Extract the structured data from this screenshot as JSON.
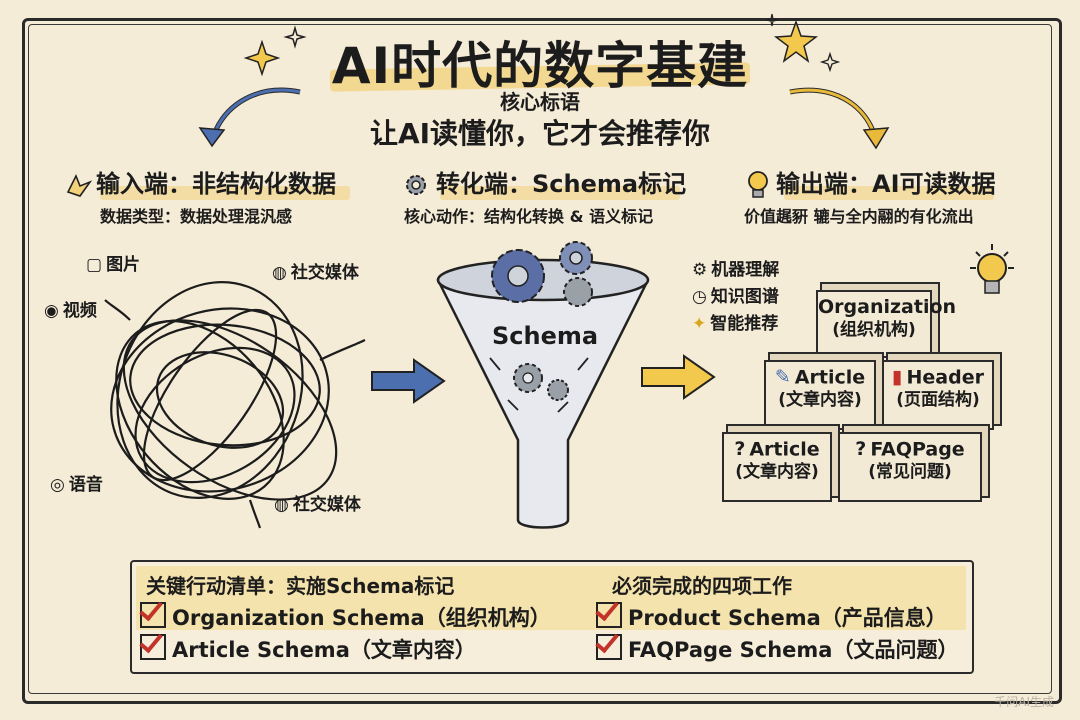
{
  "title": "AI时代的数字基建",
  "subtitle": "核心标语",
  "slogan": "让AI读懂你，它才会推荐你",
  "columns": {
    "input": {
      "heading": "输入端：非结构化数据",
      "sub": "数据类型：数据处理混汎感"
    },
    "transform": {
      "heading": "转化端：Schema标记",
      "sub": "核心动作：结构化转换 & 语义标记"
    },
    "output": {
      "heading": "输出端：AI可读数据",
      "sub": "价值趘豣 辘与全内翮的有化流出"
    }
  },
  "input_labels": {
    "image": "图片",
    "video": "视频",
    "social_top": "社交媒体",
    "voice": "语音",
    "social_bottom": "社交媒体"
  },
  "funnel_label": "Schema",
  "output_labels": {
    "machine": "机器理解",
    "graph": "知识图谱",
    "recommend": "智能推荐"
  },
  "blocks": {
    "organization": {
      "en": "Organization",
      "zh": "(组织机构)"
    },
    "article_top": {
      "en": "Article",
      "zh": "(文章内容)"
    },
    "header": {
      "en": "Header",
      "zh": "(页面结构)"
    },
    "article_bottom": {
      "en": "Article",
      "zh": "(文章内容)"
    },
    "faqpage": {
      "en": "FAQPage",
      "zh": "(常见问题)"
    }
  },
  "actions": {
    "left_title": "关键行动清单：实施Schema标记",
    "right_title": "必须完成的四项工作",
    "items": [
      "Organization Schema（组织机构）",
      "Article Schema（文章内容）",
      "Product Schema（产品信息）",
      "FAQPage Schema（文品问题）"
    ]
  },
  "watermark": "千问AI生成",
  "colors": {
    "highlight": "#f2d27a",
    "blue_arrow": "#4c6fb0",
    "yellow_arrow": "#e9b93a",
    "check": "#c3332a",
    "paper": "#f5ecd8"
  },
  "icons": [
    "star-icon",
    "sparkle-icon",
    "gear-icon",
    "lightbulb-icon",
    "image-icon",
    "video-icon",
    "voice-icon",
    "social-icon",
    "clock-icon",
    "pencil-icon",
    "book-icon",
    "question-icon",
    "checkbox-icon"
  ]
}
